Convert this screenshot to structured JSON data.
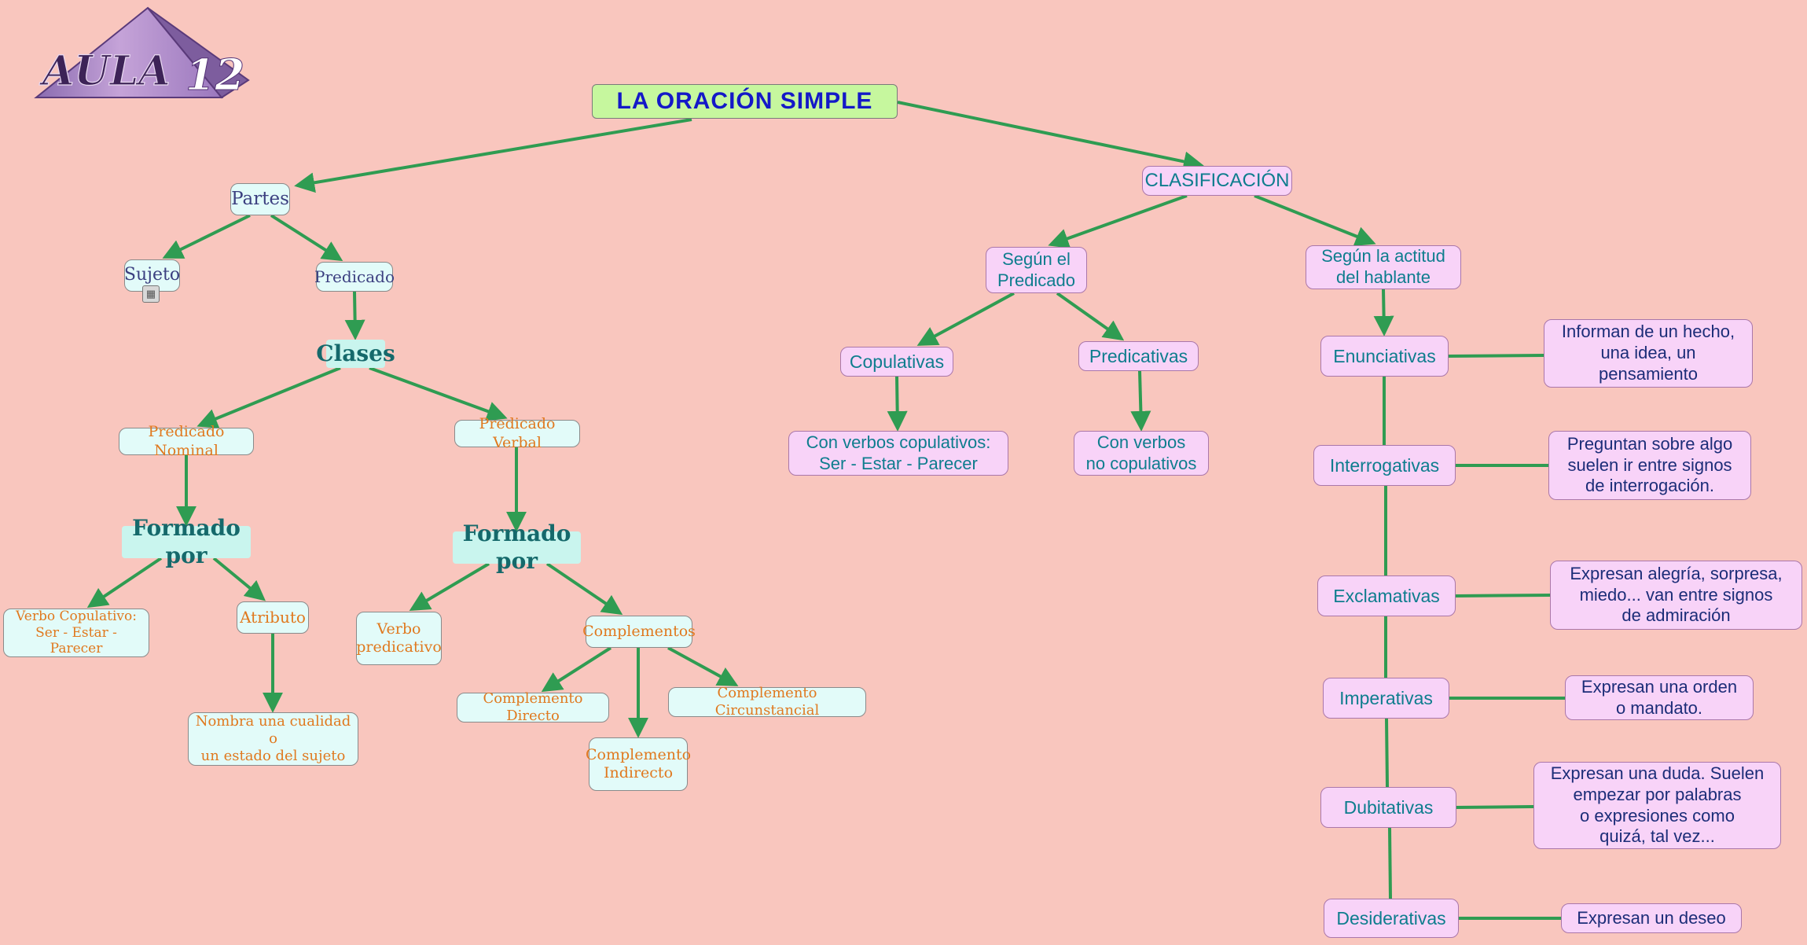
{
  "canvas": {
    "background": "#f9c6be",
    "line_color": "#2f9c52"
  },
  "logo": {
    "text_main": "AULA",
    "text_num": "12"
  },
  "nodes": {
    "title": {
      "label": "LA ORACIÓN SIMPLE"
    },
    "partes": {
      "label": "Partes"
    },
    "sujeto": {
      "label": "Sujeto"
    },
    "predicado": {
      "label": "Predicado"
    },
    "clases": {
      "label": "Clases"
    },
    "predicado_nominal": {
      "label": "Predicado Nominal"
    },
    "predicado_verbal": {
      "label": "Predicado Verbal"
    },
    "formado_por_nominal": {
      "label": "Formado por"
    },
    "formado_por_verbal": {
      "label": "Formado por"
    },
    "verbo_copulativo": {
      "label": "Verbo Copulativo:\nSer - Estar - Parecer"
    },
    "atributo": {
      "label": "Atributo"
    },
    "nombra_cualidad": {
      "label": "Nombra una cualidad o\nun estado del sujeto"
    },
    "verbo_predicativo": {
      "label": "Verbo\npredicativo"
    },
    "complementos": {
      "label": "Complementos"
    },
    "complemento_directo": {
      "label": "Complemento Directo"
    },
    "complemento_indirecto": {
      "label": "Complemento\nIndirecto"
    },
    "complemento_circunstancial": {
      "label": "Complemento Circunstancial"
    },
    "clasificacion": {
      "label": "CLASIFICACIÓN"
    },
    "segun_predicado": {
      "label": "Según el\nPredicado"
    },
    "segun_actitud": {
      "label": "Según la actitud\ndel hablante"
    },
    "copulativas": {
      "label": "Copulativas"
    },
    "predicativas": {
      "label": "Predicativas"
    },
    "con_verbos_copulativos": {
      "label": "Con verbos copulativos:\nSer - Estar - Parecer"
    },
    "con_verbos_no_copulativos": {
      "label": "Con verbos\nno copulativos"
    },
    "enunciativas": {
      "label": "Enunciativas"
    },
    "interrogativas": {
      "label": "Interrogativas"
    },
    "exclamativas": {
      "label": "Exclamativas"
    },
    "imperativas": {
      "label": "Imperativas"
    },
    "dubitativas": {
      "label": "Dubitativas"
    },
    "desiderativas": {
      "label": "Desiderativas"
    },
    "desc_enunciativas": {
      "label": "Informan de un hecho,\nuna idea, un\npensamiento"
    },
    "desc_interrogativas": {
      "label": "Preguntan sobre algo\nsuelen ir entre signos\nde interrogación."
    },
    "desc_exclamativas": {
      "label": "Expresan alegría, sorpresa,\nmiedo... van entre signos\nde admiración"
    },
    "desc_imperativas": {
      "label": "Expresan una orden\no mandato."
    },
    "desc_dubitativas": {
      "label": "Expresan una duda. Suelen\nempezar por palabras\no expresiones como\nquizá, tal vez..."
    },
    "desc_desiderativas": {
      "label": "Expresan un deseo"
    }
  },
  "edges": [
    {
      "from": "title",
      "to": "partes"
    },
    {
      "from": "title",
      "to": "clasificacion"
    },
    {
      "from": "partes",
      "to": "sujeto"
    },
    {
      "from": "partes",
      "to": "predicado"
    },
    {
      "from": "predicado",
      "to": "clases"
    },
    {
      "from": "clases",
      "to": "predicado_nominal"
    },
    {
      "from": "clases",
      "to": "predicado_verbal"
    },
    {
      "from": "predicado_nominal",
      "to": "formado_por_nominal"
    },
    {
      "from": "formado_por_nominal",
      "to": "verbo_copulativo"
    },
    {
      "from": "formado_por_nominal",
      "to": "atributo"
    },
    {
      "from": "atributo",
      "to": "nombra_cualidad"
    },
    {
      "from": "predicado_verbal",
      "to": "formado_por_verbal"
    },
    {
      "from": "formado_por_verbal",
      "to": "verbo_predicativo"
    },
    {
      "from": "formado_por_verbal",
      "to": "complementos"
    },
    {
      "from": "complementos",
      "to": "complemento_directo"
    },
    {
      "from": "complementos",
      "to": "complemento_indirecto"
    },
    {
      "from": "complementos",
      "to": "complemento_circunstancial"
    },
    {
      "from": "clasificacion",
      "to": "segun_predicado"
    },
    {
      "from": "clasificacion",
      "to": "segun_actitud"
    },
    {
      "from": "segun_predicado",
      "to": "copulativas"
    },
    {
      "from": "segun_predicado",
      "to": "predicativas"
    },
    {
      "from": "copulativas",
      "to": "con_verbos_copulativos"
    },
    {
      "from": "predicativas",
      "to": "con_verbos_no_copulativos"
    },
    {
      "from": "segun_actitud",
      "to": "enunciativas"
    },
    {
      "from": "enunciativas",
      "to": "interrogativas"
    },
    {
      "from": "interrogativas",
      "to": "exclamativas"
    },
    {
      "from": "exclamativas",
      "to": "imperativas"
    },
    {
      "from": "imperativas",
      "to": "dubitativas"
    },
    {
      "from": "dubitativas",
      "to": "desiderativas"
    },
    {
      "from": "enunciativas",
      "to": "desc_enunciativas"
    },
    {
      "from": "interrogativas",
      "to": "desc_interrogativas"
    },
    {
      "from": "exclamativas",
      "to": "desc_exclamativas"
    },
    {
      "from": "imperativas",
      "to": "desc_imperativas"
    },
    {
      "from": "dubitativas",
      "to": "desc_dubitativas"
    },
    {
      "from": "desiderativas",
      "to": "desc_desiderativas"
    }
  ]
}
